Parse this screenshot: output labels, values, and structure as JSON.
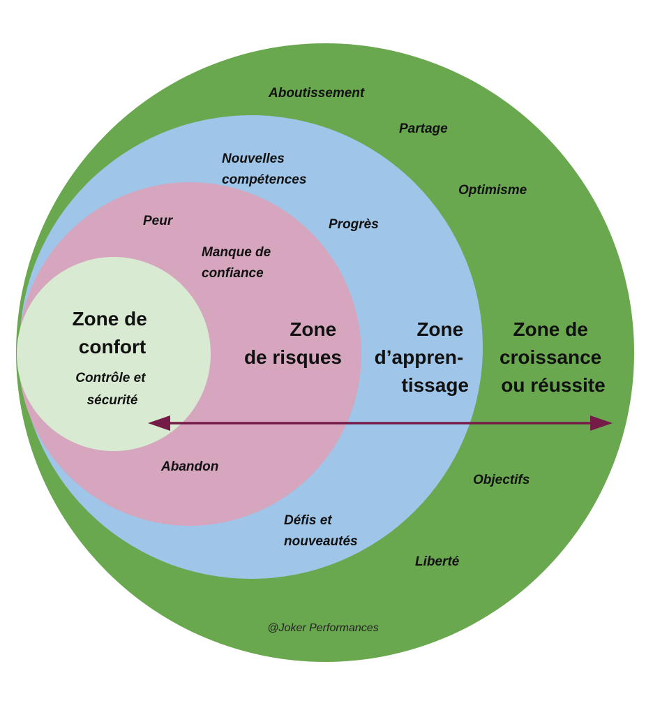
{
  "colors": {
    "growth": "#6aa84f",
    "learning": "#9fc5e8",
    "risk": "#d5a6bd",
    "comfort": "#d9ead3",
    "arrow": "#741b47"
  },
  "zones": {
    "comfort": {
      "title": [
        "Zone de",
        "confort"
      ],
      "words": [
        "Contrôle et",
        "sécurité"
      ]
    },
    "risk": {
      "title": [
        "Zone",
        "de risques"
      ],
      "words": {
        "fear": "Peur",
        "lack_of_confidence": [
          "Manque de",
          "confiance"
        ],
        "abandon": "Abandon"
      }
    },
    "learning": {
      "title": [
        "Zone",
        "d’appren-",
        "tissage"
      ],
      "words": {
        "new_skills": [
          "Nouvelles",
          "compétences"
        ],
        "progress": "Progrès",
        "challenges": [
          "Défis et",
          "nouveautés"
        ]
      }
    },
    "growth": {
      "title": [
        "Zone de",
        "croissance",
        "ou réussite"
      ],
      "words": {
        "achievement": "Aboutissement",
        "sharing": "Partage",
        "optimism": "Optimisme",
        "goals": "Objectifs",
        "freedom": "Liberté"
      }
    }
  },
  "arrow_icon": "double-headed-arrow",
  "credit": "@Joker Performances"
}
